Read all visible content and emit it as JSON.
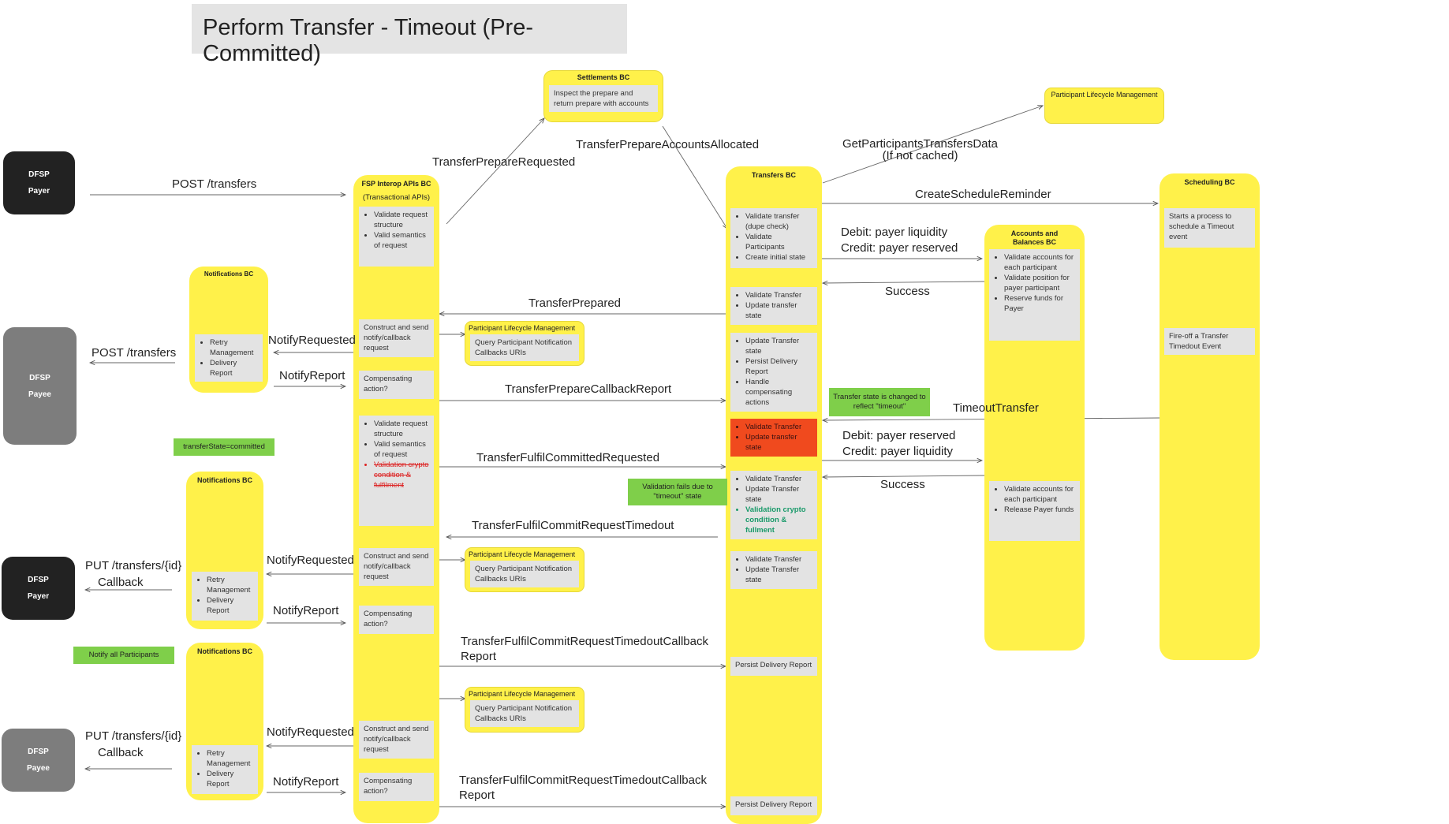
{
  "title": "Perform Transfer - Timeout (Pre-Committed)",
  "participants": {
    "dfsp": "DFSP",
    "payer": "Payer",
    "payee": "Payee"
  },
  "lanes": {
    "fsp_interop": "FSP Interop APIs BC",
    "fsp_interop_sub": "(Transactional APIs)",
    "settlements": "Settlements BC",
    "transfers": "Transfers BC",
    "accounts": "Accounts and Balances BC",
    "scheduling": "Scheduling BC",
    "notifications": "Notifications BC",
    "participant_lifecycle": "Participant Lifecycle Management"
  },
  "boxes": {
    "settlements_inspect": "Inspect the prepare and return prepare with accounts",
    "fsp_validate_1": [
      "Validate request structure",
      "Valid semantics of request"
    ],
    "fsp_construct": "Construct and send notify/callback request",
    "fsp_compensating": "Compensating action?",
    "fsp_validate_2": [
      "Validate request structure",
      "Valid semantics of request"
    ],
    "fsp_validate_2_strike": "Validation crypto condition & fulfilment",
    "notif_items": [
      "Retry Management",
      "Delivery Report"
    ],
    "plm_query_1": "Query Participant Notification Callbacks URIs",
    "plm_query_2": "Query Participant Notification Callbacks URIs",
    "plm_query_3": "Query Participant Notification Callbacks URIs",
    "tr_validate_1": [
      "Validate transfer (dupe check)",
      "Validate Participants",
      "Create initial state"
    ],
    "tr_validate_2": [
      "Validate Transfer",
      "Update transfer state"
    ],
    "tr_update_persist": [
      "Update Transfer state",
      "Persist Delivery Report",
      "Handle compensating actions"
    ],
    "tr_red": [
      "Validate Transfer",
      "Update transfer state"
    ],
    "tr_validate_3": [
      "Validate Transfer",
      "Update Transfer state"
    ],
    "tr_validate_3_green": "Validation crypto condition & fullment",
    "tr_validate_4": [
      "Validate Transfer",
      "Update Transfer state"
    ],
    "tr_persist": "Persist Delivery Report",
    "ab_reserve": [
      "Validate accounts for each participant",
      "Validate position for payer participant",
      "Reserve funds for Payer"
    ],
    "ab_release": [
      "Validate accounts for each participant",
      "Release Payer funds"
    ],
    "sched_start": "Starts a process to schedule a Timeout event",
    "sched_fire": "Fire-off a Transfer Timedout Event"
  },
  "notes": {
    "state_changed": "Transfer state is changed to reflect \"timeout\"",
    "committed": "transferState=committed",
    "validation_fails": "Validation fails due to \"timeout\" state",
    "notify_all": "Notify all Participants"
  },
  "messages": {
    "post_transfers": "POST /transfers",
    "put_transfers": "PUT /transfers/{id}",
    "callback": "Callback",
    "transfer_prepare_requested": "TransferPrepareRequested",
    "transfer_prepare_accounts_allocated": "TransferPrepareAccountsAllocated",
    "get_participants": "GetParticipantsTransfersData",
    "if_not_cached": "(If not cached)",
    "create_schedule_reminder": "CreateScheduleReminder",
    "debit_payer_liquidity": "Debit: payer liquidity",
    "credit_payer_reserved": "Credit: payer reserved",
    "success": "Success",
    "transfer_prepared": "TransferPrepared",
    "notify_requested": "NotifyRequested",
    "notify_report": "NotifyReport",
    "transfer_prepare_callback_report": "TransferPrepareCallbackReport",
    "timeout_transfer": "TimeoutTransfer",
    "debit_payer_reserved": "Debit: payer reserved",
    "credit_payer_liquidity": "Credit: payer liquidity",
    "transfer_fulfil_committed_requested": "TransferFulfilCommittedRequested",
    "transfer_fulfil_commit_request_timedout": "TransferFulfilCommitRequestTimedout",
    "timedout_callback_report": "TransferFulfilCommitRequestTimedoutCallbackReport"
  }
}
